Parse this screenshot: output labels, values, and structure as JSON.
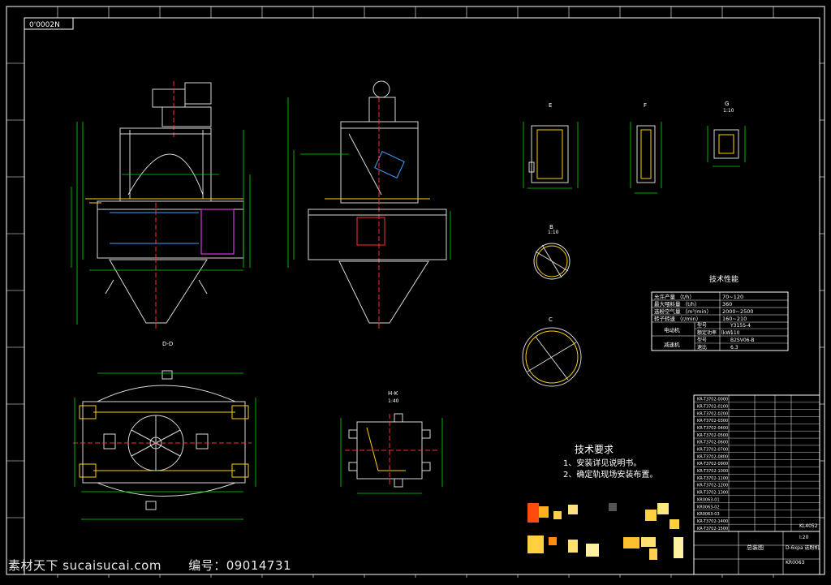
{
  "drawing": {
    "number_stamp": "0'0002N",
    "title_block_drawing_no": "KR0063",
    "title_block_name": "总装图",
    "title_block_model": "D-6xpa 选粉机",
    "title_block_ref": "KL4052",
    "title_block_mark": "I:20"
  },
  "views": {
    "section_label_left": "D-D",
    "detail_e": "E",
    "detail_f": "F",
    "detail_g": "G",
    "detail_b": "B",
    "detail_c": "C",
    "detail_h": "H-K",
    "scale_small": "1:10",
    "scale_h": "1:40"
  },
  "tech_performance": {
    "title": "技术性能",
    "rows": [
      {
        "label": "允许产量 （t/h）",
        "value": "70~120"
      },
      {
        "label": "最大喂料量 （t/h）",
        "value": "360"
      },
      {
        "label": "选粉空气量 （m³/min）",
        "value": "2000~2500"
      },
      {
        "label": "转子转速 （r/min）",
        "value": "160~210"
      }
    ],
    "motor": {
      "label": "电动机",
      "rows": [
        {
          "k": "型号",
          "v": "Y315S-4"
        },
        {
          "k": "额定功率 （kW）",
          "v": "110"
        }
      ]
    },
    "reducer": {
      "label": "减速机",
      "rows": [
        {
          "k": "型号",
          "v": "B2SV06-B"
        },
        {
          "k": "速比",
          "v": "6.3"
        }
      ]
    }
  },
  "tech_requirements": {
    "title": "技术要求",
    "items": [
      "1、安装详见说明书。",
      "2、确定轨现场安装布置。"
    ]
  },
  "bom_rows": [
    "KR-T3702-0000",
    "KR-T3702-0100",
    "KR-T3702-0200",
    "KR-T3702-0300",
    "KR-T3702-0400",
    "KR-T3702-0500",
    "KR-T3702-0600",
    "KR-T3702-0700",
    "KR-T3702-0800",
    "KR-T3702-0900",
    "KR-T3702-1000",
    "KR-T3702-1100",
    "KR-T3702-1200",
    "KR-T3702-1300",
    "KR0063-01",
    "KR0063-02",
    "KR0063-03",
    "KR-T3702-1400",
    "KR-T3702-1500"
  ],
  "watermark": {
    "site": "素材天下 sucaisucai.com",
    "code": "编号：09014731"
  },
  "colors": {
    "background": "#000000",
    "frame": "#ffffff",
    "linework": "#d8d8d8",
    "dimension": "#00e000",
    "center": "#ff3030",
    "accent_blue": "#3da0ff",
    "accent_yellow": "#ffd000",
    "accent_magenta": "#ff40ff"
  }
}
